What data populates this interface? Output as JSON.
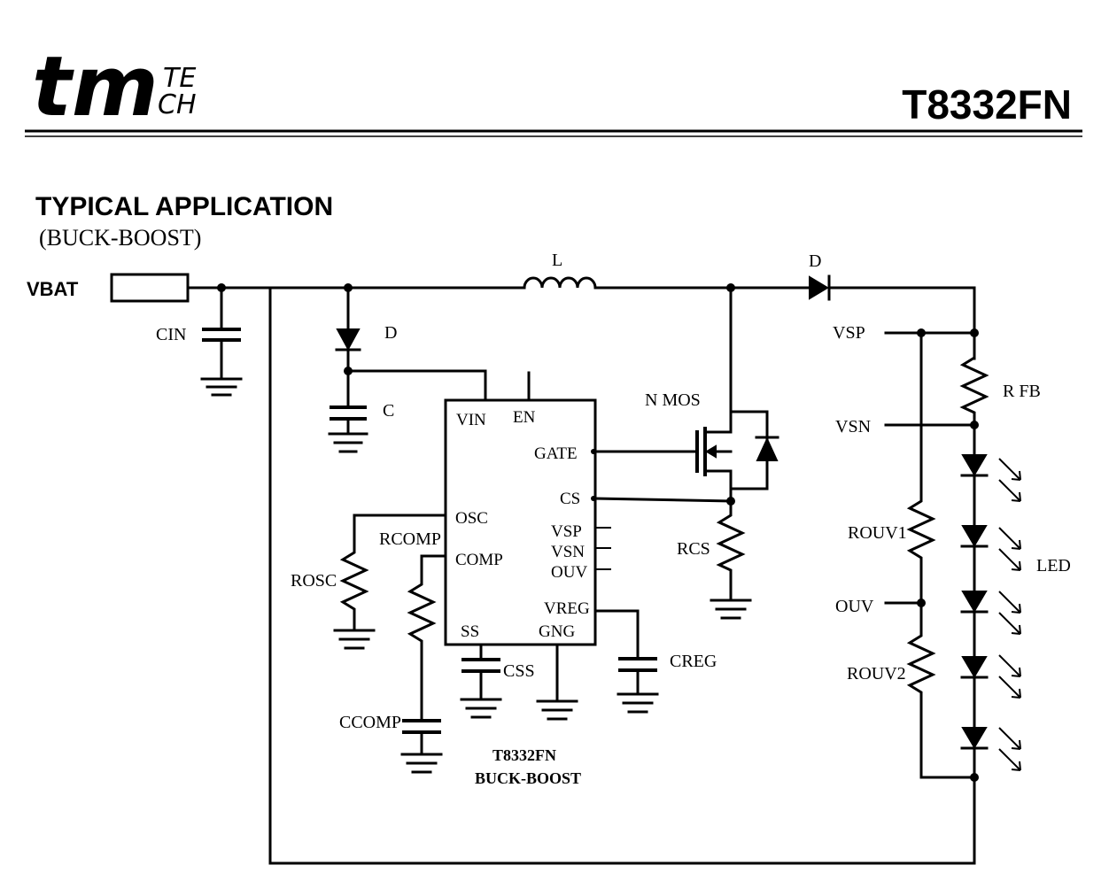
{
  "header": {
    "logo_main": "tm",
    "logo_sub_top": "TE",
    "logo_sub_bottom": "CH",
    "part_number": "T8332FN"
  },
  "section": {
    "title": "TYPICAL APPLICATION",
    "subtitle": "(BUCK-BOOST)"
  },
  "labels": {
    "vbat": "VBAT",
    "cin": "CIN",
    "d_input": "D",
    "c_vin": "C",
    "inductor": "L",
    "d_output": "D",
    "nmos": "N MOS",
    "rcs": "RCS",
    "rosc": "ROSC",
    "rcomp": "RCOMP",
    "ccomp": "CCOMP",
    "css": "CSS",
    "creg": "CREG",
    "vsp": "VSP",
    "vsn": "VSN",
    "ouv": "OUV",
    "rfb": "R FB",
    "rouv1": "ROUV1",
    "rouv2": "ROUV2",
    "led": "LED"
  },
  "chip": {
    "pins": {
      "vin": "VIN",
      "en": "EN",
      "gate": "GATE",
      "cs": "CS",
      "osc": "OSC",
      "comp": "COMP",
      "vsp": "VSP",
      "vsn": "VSN",
      "ouv": "OUV",
      "vreg": "VREG",
      "ss": "SS",
      "gng": "GNG"
    },
    "caption_line1": "T8332FN",
    "caption_line2": "BUCK-BOOST"
  }
}
